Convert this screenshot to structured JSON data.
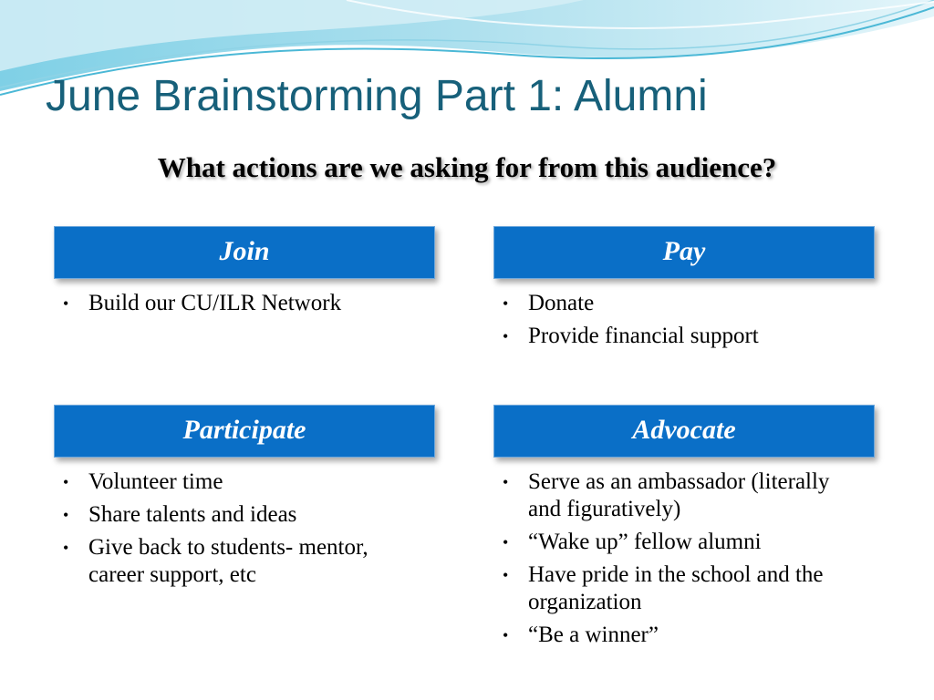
{
  "slide": {
    "title": "June Brainstorming Part 1: Alumni",
    "subtitle": "What actions are we asking for from this audience?"
  },
  "colors": {
    "header_bg": "#0a6fc7",
    "title_color": "#17607a",
    "wave_light": "#bfe7f2",
    "wave_dark": "#5cc3dd"
  },
  "cards": {
    "join": {
      "header": "Join",
      "items": [
        "Build our CU/ILR Network"
      ]
    },
    "pay": {
      "header": "Pay",
      "items": [
        "Donate",
        "Provide financial support"
      ]
    },
    "participate": {
      "header": "Participate",
      "items": [
        "Volunteer time",
        "Share talents and ideas",
        "Give back to students- mentor, career support, etc"
      ]
    },
    "advocate": {
      "header": "Advocate",
      "items": [
        "Serve as an ambassador (literally and figuratively)",
        "“Wake up” fellow alumni",
        "Have pride in the school and the organization",
        "“Be a winner”"
      ]
    }
  }
}
